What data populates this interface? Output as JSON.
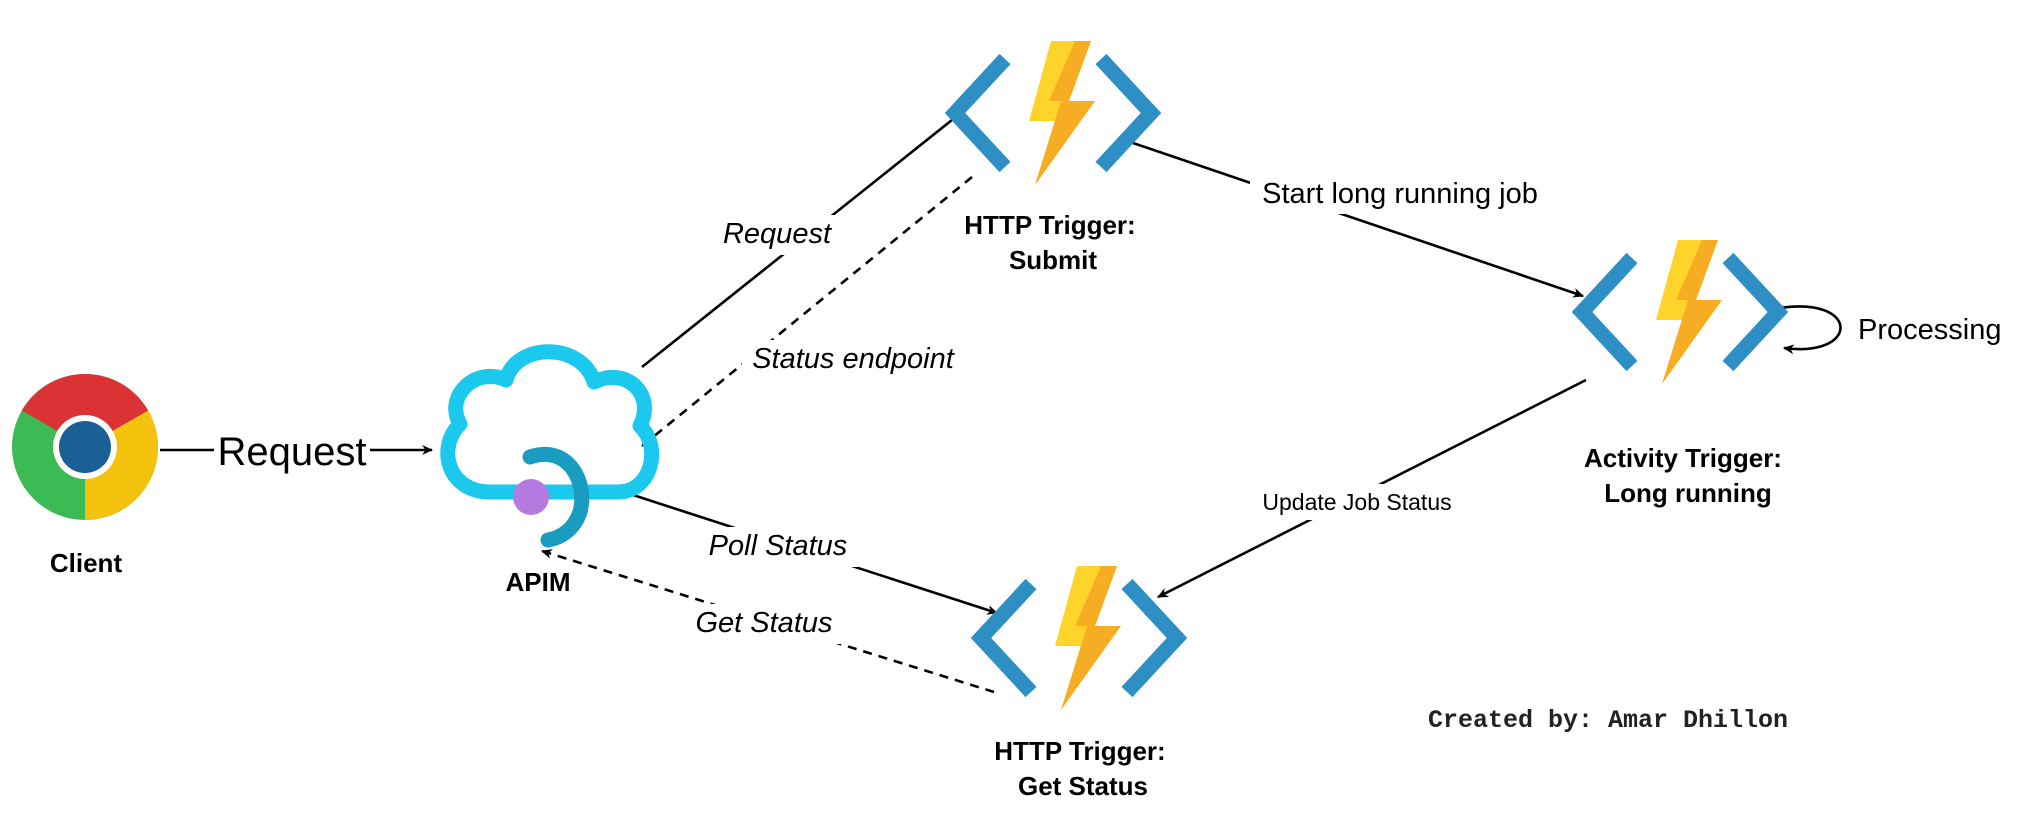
{
  "nodes": {
    "client": {
      "label": "Client",
      "icon": "chrome-browser-icon"
    },
    "apim": {
      "label": "APIM",
      "icon": "api-management-cloud-icon"
    },
    "submit": {
      "label_line1": "HTTP Trigger:",
      "label_line2": "Submit",
      "icon": "azure-function-icon"
    },
    "activity": {
      "label_line1": "Activity Trigger:",
      "label_line2": "Long running",
      "icon": "azure-function-icon"
    },
    "get_status": {
      "label_line1": "HTTP Trigger:",
      "label_line2": "Get Status",
      "icon": "azure-function-icon"
    }
  },
  "edges": {
    "client_to_apim": "Request",
    "apim_to_submit": "Request",
    "submit_to_apim": "Status endpoint",
    "submit_to_activity": "Start long running job",
    "activity_self": "Processing",
    "activity_to_get_status": "Update Job Status",
    "apim_to_get_status": "Poll Status",
    "get_status_to_apim": "Get Status"
  },
  "credit": "Created by: Amar Dhillon",
  "colors": {
    "function_bracket": "#2D8FC4",
    "bolt_light": "#FFD42A",
    "bolt_dark": "#F5A623",
    "cloud": "#1CC8EE",
    "chrome_red": "#DB3236",
    "chrome_green": "#3CBA54",
    "chrome_yellow": "#F4C20D",
    "chrome_blue": "#1A5F96",
    "apim_dot": "#B57AE0"
  }
}
